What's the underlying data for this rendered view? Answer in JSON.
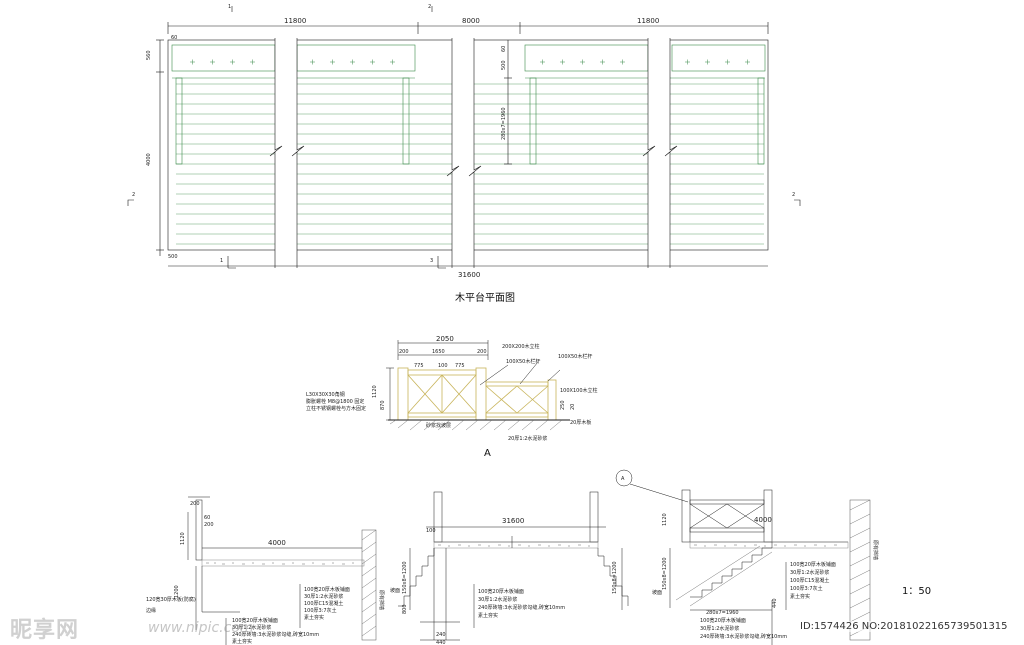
{
  "plan": {
    "title": "木平台平面图",
    "dims_top": [
      "11800",
      "8000",
      "11800"
    ],
    "dim_total": "31600",
    "dim_left_top": "560",
    "dim_left_height": "4000",
    "dim_left_bottom": "500",
    "dim_left_top_small": "60",
    "dim_stair": "280x7=1960",
    "dim_stair_top_a": "500",
    "dim_stair_top_b": "60",
    "section_1": "1",
    "section_2": "2",
    "section_3": "3"
  },
  "railing": {
    "label": "A",
    "dims": [
      "2050",
      "200",
      "1650",
      "200",
      "775",
      "100",
      "775"
    ],
    "heights": [
      "1120",
      "870",
      "250",
      "20"
    ],
    "notes_left": [
      "L30X30X30角钢",
      "膨胀螺栓 M8@1800 固定",
      "立柱不锈钢螺栓与方木固定"
    ],
    "notes_top": [
      "200X200木立柱",
      "100X50木栏杆",
      "100X50木栏杆"
    ],
    "notes_right": [
      "100X100木立柱",
      "20厚木板"
    ],
    "notes_bottom": [
      "砂浆找坡层",
      "20厚1:2水泥砂浆"
    ]
  },
  "sections": {
    "s1": {
      "dim_top": "200",
      "dim_h": "1120",
      "dim_w": "4000",
      "dim_depth": "1200",
      "dim_a": "60",
      "dim_b": "200",
      "label_left": "120宽30厚木板(防腐)",
      "label_left2": "边缘",
      "layers": [
        "100宽20厚木板铺面",
        "30厚1:2水泥砂浆",
        "100厚C15混凝土",
        "100厚3:7灰土",
        "素土夯实"
      ],
      "layers_bottom": [
        "100宽20厚木板铺面",
        "30厚1:2水泥砂浆",
        "240厚砖墙:3水泥砂浆勾缝,砖宽10mm",
        "素土夯实"
      ],
      "wall_label": "原有挡墙"
    },
    "s2": {
      "dim_w": "31600",
      "dim_h": "150x8=1200",
      "dim_r": "150x8=1200",
      "dim_top": "100",
      "dim_b1": "800",
      "dim_b2": "240",
      "dim_b3": "440",
      "label_left": "坡面",
      "layers": [
        "100宽20厚木板铺面",
        "30厚1:2水泥砂浆",
        "240厚砖墙:3水泥砂浆勾缝,砖宽10mm",
        "素土夯实"
      ]
    },
    "s3": {
      "callout": "A",
      "dim_w": "4000",
      "dim_h": "1120",
      "dim_stair": "150x8=1200",
      "dim_run": "280x7=1960",
      "dim_b": "440",
      "label_left": "坡面",
      "layers": [
        "100宽20厚木板铺面",
        "30厚1:2水泥砂浆",
        "100厚C15混凝土",
        "100厚3:7灰土",
        "素土夯实"
      ],
      "layers_bottom": [
        "100宽20厚木板铺面",
        "30厚1:2水泥砂浆",
        "240厚砖墙:3水泥砂浆勾缝,砖宽10mm"
      ],
      "wall_label": "原有挡墙"
    }
  },
  "scale": "1：50",
  "watermark": {
    "logo": "昵享网",
    "url": "www.nipic.com",
    "id": "ID:1574426 NO:20181022165739501315"
  },
  "colors": {
    "line": "#1a1a1a",
    "green": "#3a8a4a",
    "yellow": "#c8b45a",
    "hatch": "#555555"
  }
}
